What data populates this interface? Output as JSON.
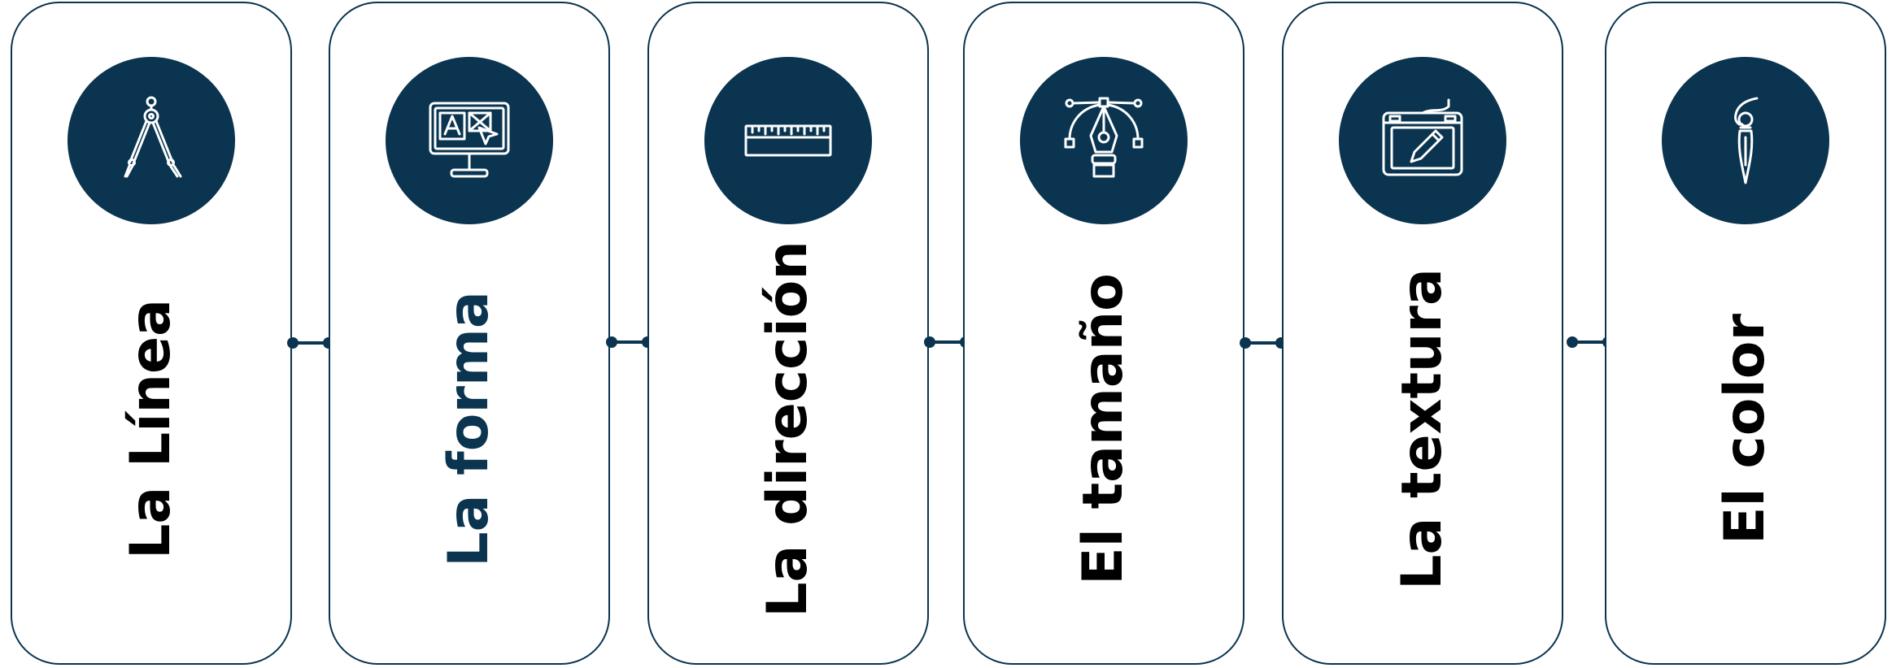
{
  "colors": {
    "primary": "#0a344f",
    "text": "#000000",
    "background": "#ffffff"
  },
  "cards": [
    {
      "label": "La Línea",
      "icon": "compass-icon",
      "accent": false
    },
    {
      "label": "La forma",
      "icon": "design-monitor-icon",
      "accent": true
    },
    {
      "label": "La dirección",
      "icon": "ruler-icon",
      "accent": false
    },
    {
      "label": "El tamaño",
      "icon": "pen-tool-icon",
      "accent": false
    },
    {
      "label": "La textura",
      "icon": "drawing-tablet-icon",
      "accent": false
    },
    {
      "label": "El color",
      "icon": "paintbrush-icon",
      "accent": false
    }
  ]
}
